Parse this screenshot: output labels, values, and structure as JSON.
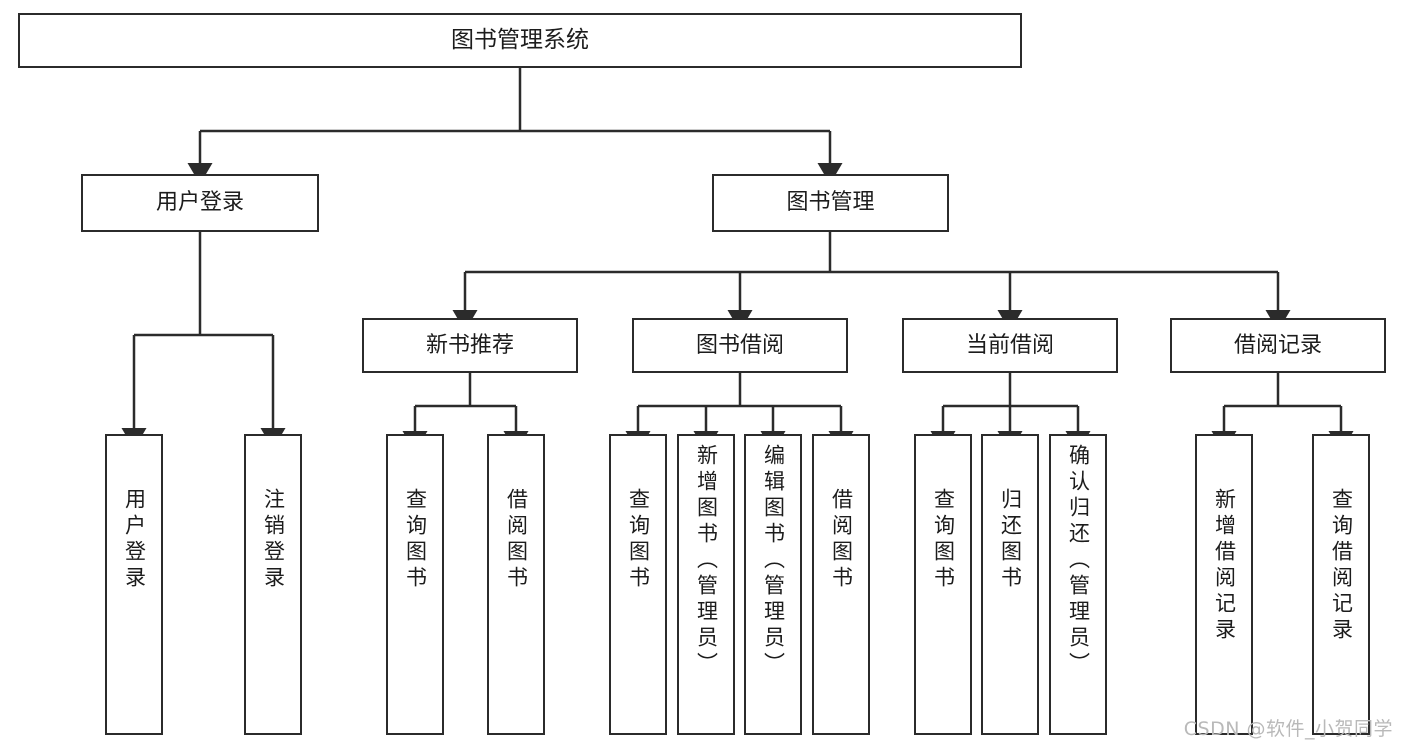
{
  "diagram": {
    "title": "图书管理系统",
    "type": "tree-hierarchy-chart",
    "root": {
      "id": "root",
      "label": "图书管理系统"
    },
    "branches": [
      {
        "id": "user-login",
        "label": "用户登录"
      },
      {
        "id": "book-management",
        "label": "图书管理"
      },
      {
        "id": "new-book-recommend",
        "label": "新书推荐"
      },
      {
        "id": "book-borrow",
        "label": "图书借阅"
      },
      {
        "id": "current-borrow",
        "label": "当前借阅"
      },
      {
        "id": "borrow-record",
        "label": "借阅记录"
      }
    ],
    "leaves": [
      {
        "id": "leaf-user-login",
        "label": "用户登录",
        "parent": "user-login"
      },
      {
        "id": "leaf-user-logout",
        "label": "注销登录",
        "parent": "user-login"
      },
      {
        "id": "leaf-query-book-1",
        "label": "查询图书",
        "parent": "new-book-recommend"
      },
      {
        "id": "leaf-borrow-book-1",
        "label": "借阅图书",
        "parent": "new-book-recommend"
      },
      {
        "id": "leaf-query-book-2",
        "label": "查询图书",
        "parent": "book-borrow"
      },
      {
        "id": "leaf-add-book",
        "label": "新增图书（管理员）",
        "parent": "book-borrow"
      },
      {
        "id": "leaf-edit-book",
        "label": "编辑图书（管理员）",
        "parent": "book-borrow"
      },
      {
        "id": "leaf-borrow-book-2",
        "label": "借阅图书",
        "parent": "book-borrow"
      },
      {
        "id": "leaf-query-book-3",
        "label": "查询图书",
        "parent": "current-borrow"
      },
      {
        "id": "leaf-return-book",
        "label": "归还图书",
        "parent": "current-borrow"
      },
      {
        "id": "leaf-confirm-return",
        "label": "确认归还（管理员）",
        "parent": "current-borrow"
      },
      {
        "id": "leaf-add-record",
        "label": "新增借阅记录",
        "parent": "borrow-record"
      },
      {
        "id": "leaf-query-record",
        "label": "查询借阅记录",
        "parent": "borrow-record"
      }
    ],
    "colors": {
      "stroke": "#2b2b2b",
      "fill": "#ffffff",
      "text": "#1c1c1c",
      "watermark": "#b9b9b9"
    }
  },
  "watermark": {
    "text": "CSDN @软件_小贺同学"
  }
}
